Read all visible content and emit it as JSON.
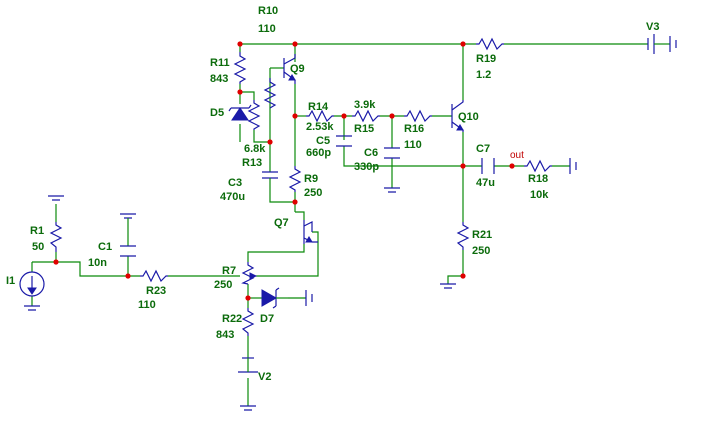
{
  "components": {
    "R10": {
      "name": "R10",
      "value": "110"
    },
    "R11": {
      "name": "R11",
      "value": "843"
    },
    "D5": {
      "name": "D5"
    },
    "R13": {
      "name": "R13",
      "value": "6.8k"
    },
    "C3": {
      "name": "C3",
      "value": "470u"
    },
    "Q9": {
      "name": "Q9"
    },
    "R14": {
      "name": "R14",
      "value": "2.53k"
    },
    "R15": {
      "name": "R15",
      "value": "3.9k"
    },
    "R16": {
      "name": "R16",
      "value": "110"
    },
    "C5": {
      "name": "C5",
      "value": "660p"
    },
    "C6": {
      "name": "C6",
      "value": "330p"
    },
    "Q10": {
      "name": "Q10"
    },
    "R19": {
      "name": "R19",
      "value": "1.2"
    },
    "V3": {
      "name": "V3"
    },
    "C7": {
      "name": "C7",
      "value": "47u"
    },
    "R18": {
      "name": "R18",
      "value": "10k"
    },
    "R9": {
      "name": "R9",
      "value": "250"
    },
    "Q7": {
      "name": "Q7"
    },
    "R21": {
      "name": "R21",
      "value": "250"
    },
    "R1": {
      "name": "R1",
      "value": "50"
    },
    "C1": {
      "name": "C1",
      "value": "10n"
    },
    "I1": {
      "name": "I1"
    },
    "R23": {
      "name": "R23",
      "value": "110"
    },
    "R7": {
      "name": "R7",
      "value": "250"
    },
    "D7": {
      "name": "D7"
    },
    "R22": {
      "name": "R22",
      "value": "843"
    },
    "V2": {
      "name": "V2"
    }
  },
  "nets": {
    "out": "out"
  },
  "colors": {
    "wire": "#0b8a0b",
    "component": "#1a1aa8",
    "junction": "#e00000",
    "label": "#0b6b0b"
  }
}
